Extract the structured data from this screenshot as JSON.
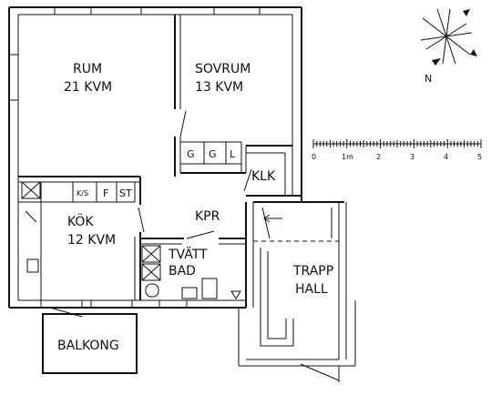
{
  "rooms": {
    "rum": {
      "name": "RUM",
      "area": "21 KVM"
    },
    "sovrum": {
      "name": "SOVRUM",
      "area": "13 KVM"
    },
    "kok": {
      "name": "KÖK",
      "area": "12 KVM"
    },
    "tvatt": "TVÄTT",
    "bad": "BAD",
    "kpr": "KPR",
    "klk": "KLK",
    "trapphall_1": "TRAPP",
    "trapphall_2": "HALL",
    "balkong": "BALKONG"
  },
  "fixtures": {
    "closets": [
      "G",
      "G",
      "L"
    ],
    "kitchen_units": [
      "K/S",
      "F",
      "ST"
    ]
  },
  "compass": {
    "label": "N"
  },
  "scale": {
    "unit": "m",
    "ticks": [
      "0",
      "1m",
      "2",
      "3",
      "4",
      "5"
    ]
  }
}
